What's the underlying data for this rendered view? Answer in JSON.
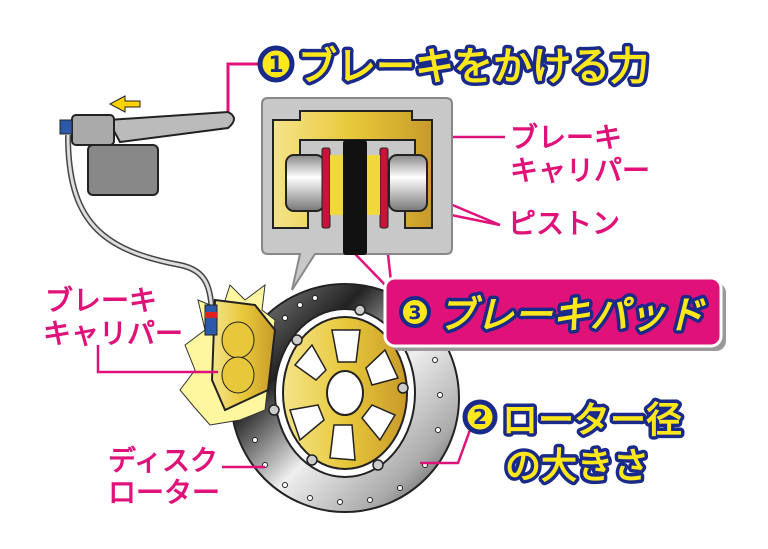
{
  "title": {
    "number": "1",
    "text": "ブレーキをかける力"
  },
  "inset_labels": {
    "caliper_line1": "ブレーキ",
    "caliper_line2": "キャリパー",
    "piston": "ピストン"
  },
  "pad_banner": {
    "number": "3",
    "text": "ブレーキパッド"
  },
  "left_labels": {
    "caliper_line1": "ブレーキ",
    "caliper_line2": "キャリパー",
    "rotor_line1": "ディスク",
    "rotor_line2": "ローター"
  },
  "rotor_size": {
    "number": "2",
    "line1": "ローター径",
    "line2": "の大きさ"
  },
  "colors": {
    "label_pink": "#e0127a",
    "title_yellow": "#ffe81a",
    "outline_navy": "#1a2a8a",
    "caliper_gold": "#d4b24a"
  }
}
